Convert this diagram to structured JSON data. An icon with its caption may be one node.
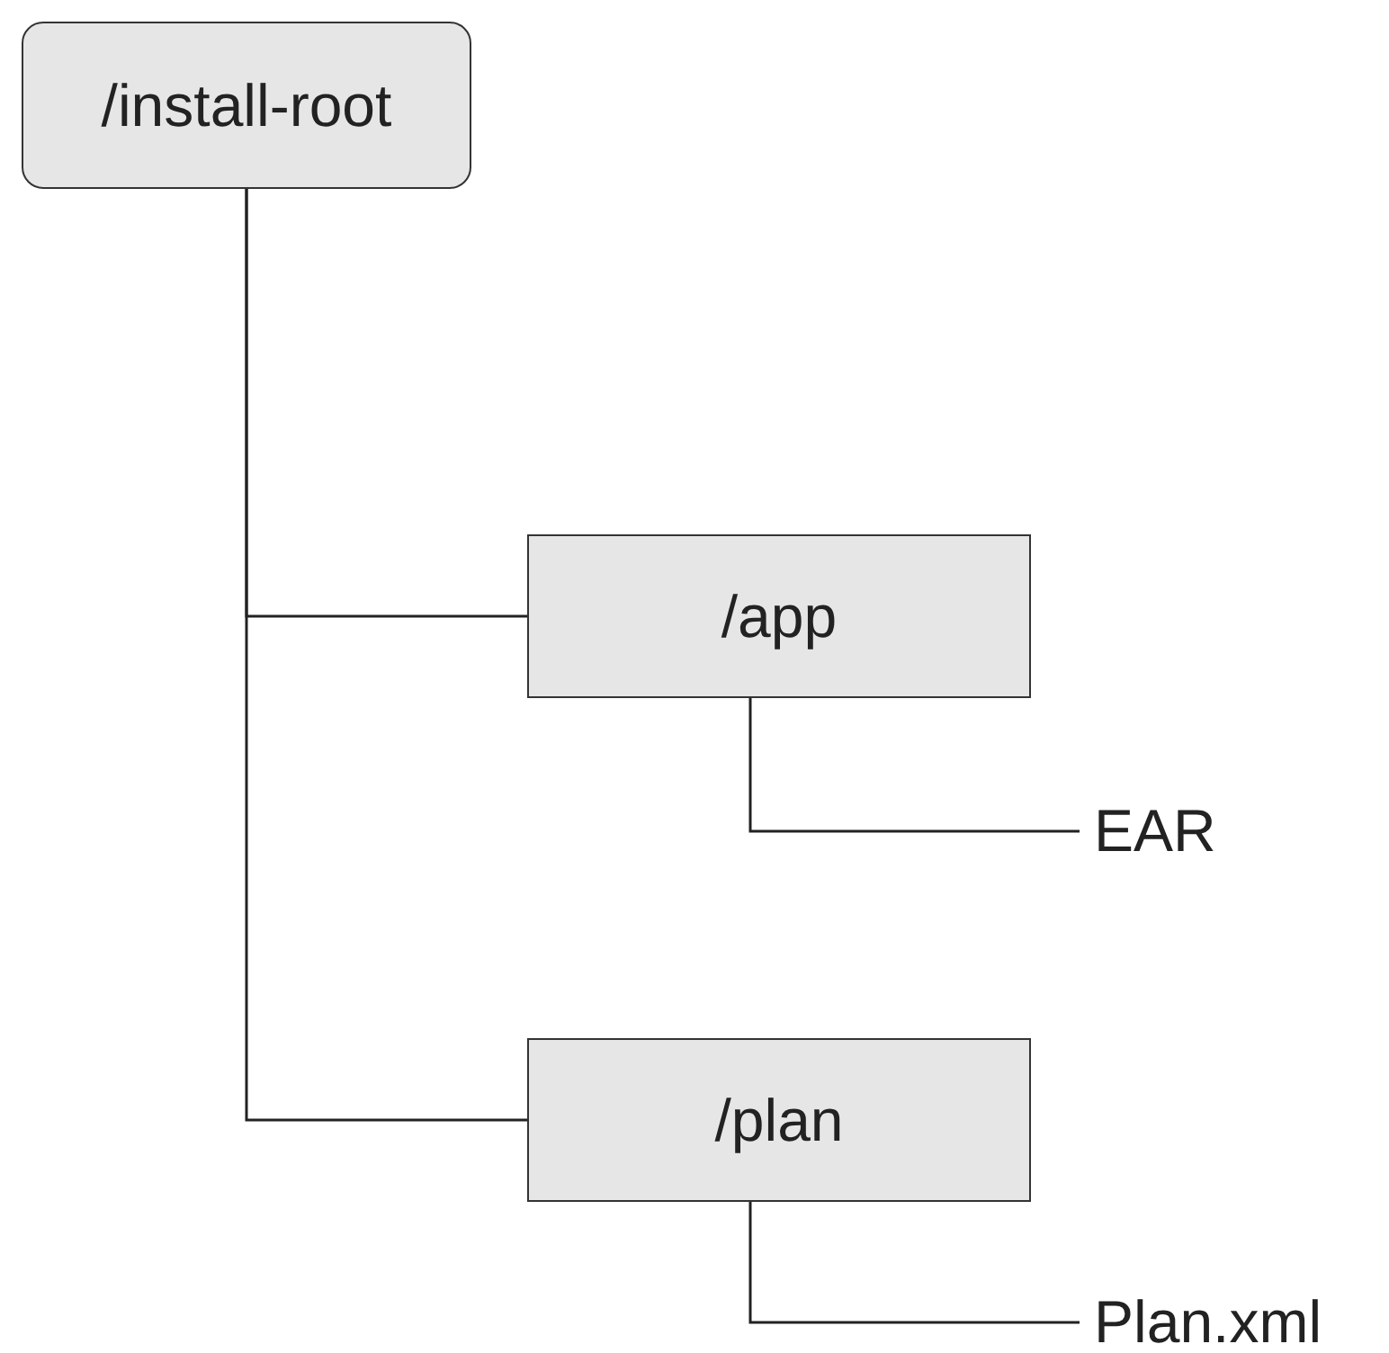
{
  "diagram": {
    "nodes": [
      {
        "text": [
          "/install-root"
        ]
      },
      {
        "text": [
          "/app"
        ]
      },
      {
        "text": [
          "EAR"
        ]
      },
      {
        "text": [
          "/plan"
        ]
      },
      {
        "text": [
          "Plan.xml"
        ]
      }
    ],
    "edges": [
      {
        "from": 0,
        "to": 1,
        "arrow": "none"
      },
      {
        "from": 1,
        "to": 2,
        "arrow": "none"
      },
      {
        "from": 0,
        "to": 3,
        "arrow": "none"
      },
      {
        "from": 3,
        "to": 4,
        "arrow": "none"
      }
    ]
  }
}
